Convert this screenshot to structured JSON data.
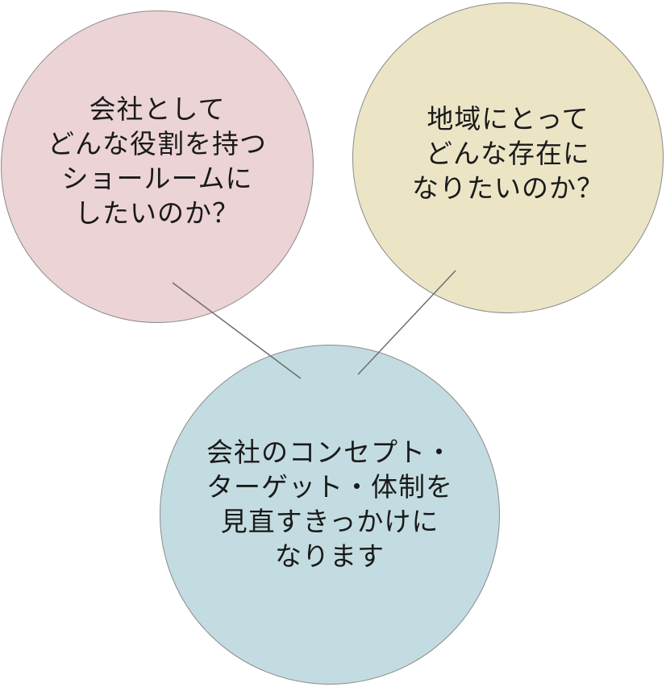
{
  "circles": {
    "role": {
      "lines": [
        "会社として",
        "どんな役割を持つ",
        "ショールームに",
        "したいのか？"
      ],
      "fill": "#ecd3d6"
    },
    "community": {
      "lines": [
        "地域にとって",
        "どんな存在に",
        "なりたいのか？"
      ],
      "fill": "#ebe5c6"
    },
    "result": {
      "lines": [
        "会社のコンセプト・",
        "ターゲット・体制を",
        "見直すきっかけに",
        "なります"
      ],
      "fill": "#c3dce1"
    }
  },
  "colors": {
    "outline": "#8a8a8a",
    "connector": "#6e6e6e",
    "text": "#1a1a1a"
  }
}
